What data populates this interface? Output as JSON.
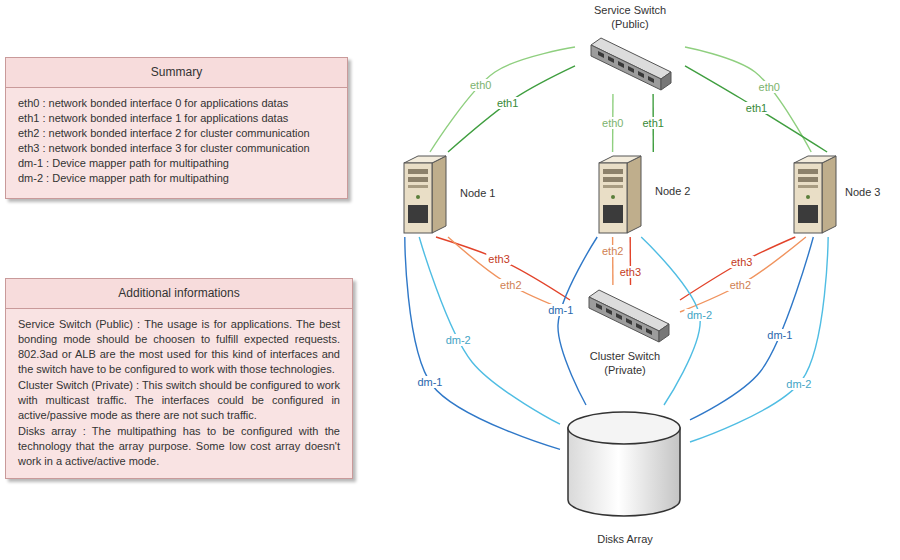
{
  "diagram": {
    "nodes": [
      {
        "text": [
          "Summary",
          "eth0 : network bonded interface 0 for applications datas",
          "eth1 : network bonded interface 1 for applications datas",
          "eth2 : network bonded interface 2 for cluster communication",
          "eth3 : network bonded interface 3 for cluster communication",
          "dm-1 : Device mapper path for multipathing",
          "dm-2 : Device mapper path for multipathing"
        ]
      },
      {
        "text": [
          "Additional informations",
          "Service Switch (Public) : The usage is for applications. The best bonding mode should be choosen to fulfill expected requests. 802.3ad or ALB are the most used for this kind of interfaces and the switch have to be configured to work with those technologies.",
          "Cluster Switch (Private) : This switch should be configured to work with multicast traffic. The interfaces could be configured in active/passive mode as there are not such traffic.",
          "Disks array : The multipathing has to be configured with the technology that the array purpose. Some low cost array doesn't work in a active/active mode."
        ]
      },
      {
        "text": [
          "Service Switch (Public)"
        ]
      },
      {
        "text": [
          "Node 1"
        ]
      },
      {
        "text": [
          "Node 2"
        ]
      },
      {
        "text": [
          "Node 3"
        ]
      },
      {
        "text": [
          "Cluster Switch (Private)"
        ]
      },
      {
        "text": [
          "Disks Array"
        ]
      }
    ],
    "edges": [
      {
        "from": 3,
        "to": 2,
        "label": "eth0",
        "arrow": "none"
      },
      {
        "from": 3,
        "to": 2,
        "label": "eth1",
        "arrow": "none"
      },
      {
        "from": 4,
        "to": 2,
        "label": "eth0",
        "arrow": "none"
      },
      {
        "from": 4,
        "to": 2,
        "label": "eth1",
        "arrow": "none"
      },
      {
        "from": 5,
        "to": 2,
        "label": "eth0",
        "arrow": "none"
      },
      {
        "from": 5,
        "to": 2,
        "label": "eth1",
        "arrow": "none"
      },
      {
        "from": 3,
        "to": 6,
        "label": "eth3",
        "arrow": "none"
      },
      {
        "from": 3,
        "to": 6,
        "label": "eth2",
        "arrow": "none"
      },
      {
        "from": 4,
        "to": 6,
        "label": "eth2",
        "arrow": "none"
      },
      {
        "from": 4,
        "to": 6,
        "label": "eth3",
        "arrow": "none"
      },
      {
        "from": 5,
        "to": 6,
        "label": "eth3",
        "arrow": "none"
      },
      {
        "from": 5,
        "to": 6,
        "label": "eth2",
        "arrow": "none"
      },
      {
        "from": 3,
        "to": 7,
        "label": "dm-1",
        "arrow": "none"
      },
      {
        "from": 3,
        "to": 7,
        "label": "dm-2",
        "arrow": "none"
      },
      {
        "from": 4,
        "to": 7,
        "label": "dm-1",
        "arrow": "none"
      },
      {
        "from": 4,
        "to": 7,
        "label": "dm-2",
        "arrow": "none"
      },
      {
        "from": 5,
        "to": 7,
        "label": "dm-1",
        "arrow": "none"
      },
      {
        "from": 5,
        "to": 7,
        "label": "dm-2",
        "arrow": "none"
      }
    ]
  }
}
